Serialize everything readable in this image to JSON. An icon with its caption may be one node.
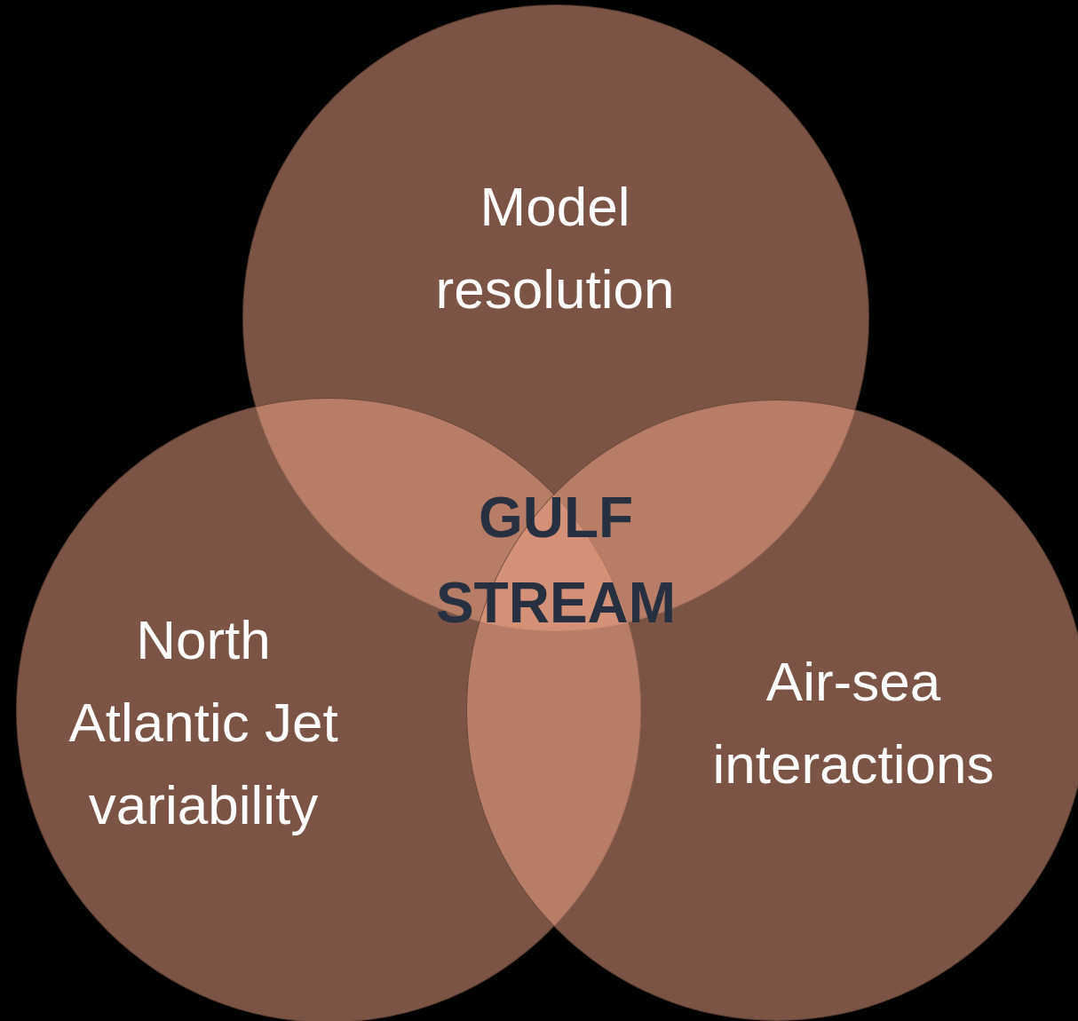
{
  "diagram": {
    "nodes": [
      {
        "text": [
          "Model resolution"
        ]
      },
      {
        "text": [
          "North Atlantic Jet variability"
        ]
      },
      {
        "text": [
          "Air-sea interactions"
        ]
      }
    ],
    "labels": [
      "GULF STREAM"
    ]
  }
}
